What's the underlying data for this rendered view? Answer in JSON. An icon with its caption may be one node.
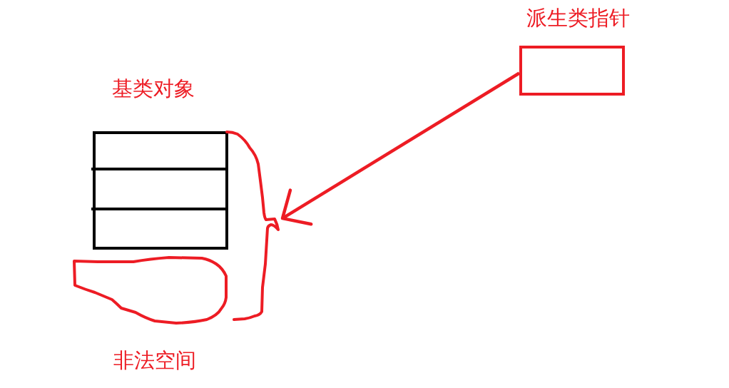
{
  "diagram": {
    "nodes": [
      {
        "text": [
          "派生类指针"
        ]
      },
      {
        "text": [
          "基类对象"
        ]
      },
      {
        "text": [
          "非法空间"
        ]
      },
      {
        "text": [],
        "shape": "brace"
      }
    ],
    "edges": [
      {
        "from": 0,
        "to": 3,
        "arrow": "to"
      }
    ]
  }
}
